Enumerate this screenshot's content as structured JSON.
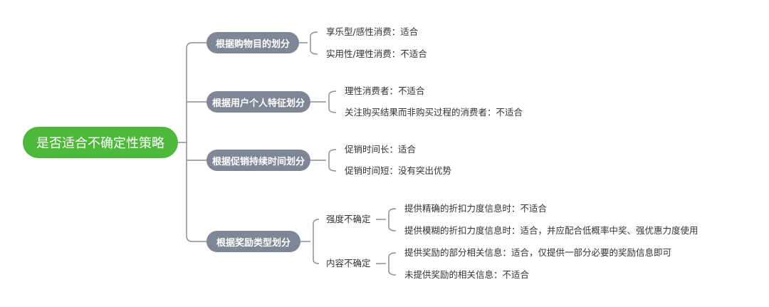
{
  "root": "是否适合不确定性策略",
  "colors": {
    "root": "#4db83a",
    "branch": "#7f8796",
    "line": "#8a8f99"
  },
  "branches": [
    {
      "label": "根据购物目的划分",
      "leaves": [
        "享乐型/感性消费：适合",
        "实用性/理性消费：不适合"
      ]
    },
    {
      "label": "根据用户个人特征划分",
      "leaves": [
        "理性消费者：不适合",
        "关注购买结果而非购买过程的消费者：不适合"
      ]
    },
    {
      "label": "根据促销持续时间划分",
      "leaves": [
        "促销时间长：适合",
        "促销时间短：没有突出优势"
      ]
    },
    {
      "label": "根据奖励类型划分",
      "subs": [
        {
          "label": "强度不确定",
          "leaves": [
            "提供精确的折扣力度信息时：不适合",
            "提供模糊的折扣力度信息时：适合，并应配合低概率中奖、强优惠力度使用"
          ]
        },
        {
          "label": "内容不确定",
          "leaves": [
            "提供奖励的部分相关信息：适合，仅提供一部分必要的奖励信息即可",
            "未提供奖励的相关信息：不适合"
          ]
        }
      ]
    }
  ]
}
